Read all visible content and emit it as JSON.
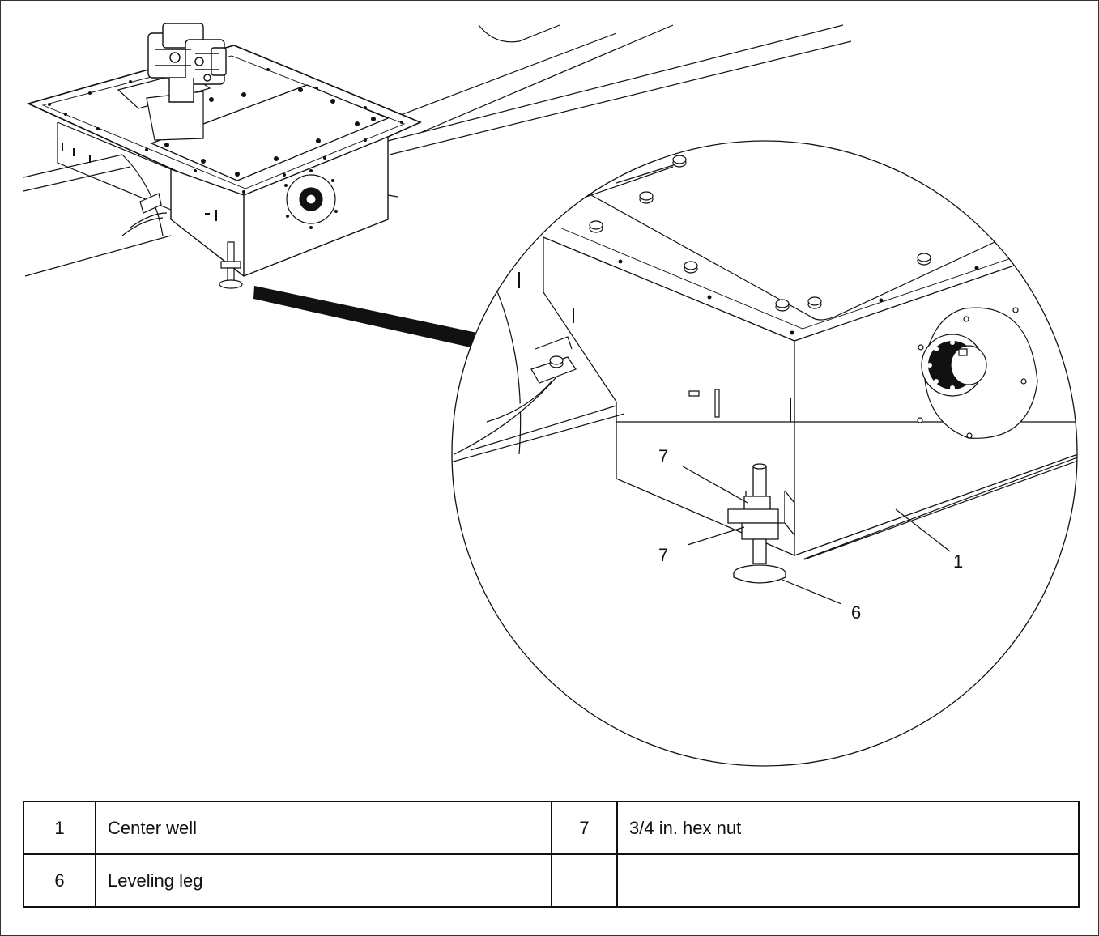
{
  "callouts": [
    {
      "number": "7"
    },
    {
      "number": "7"
    },
    {
      "number": "1"
    },
    {
      "number": "6"
    }
  ],
  "legend": {
    "rows": [
      {
        "left_num": "1",
        "left_desc": "Center well",
        "right_num": "7",
        "right_desc": "3/4 in. hex nut"
      },
      {
        "left_num": "6",
        "left_desc": "Leveling leg",
        "right_num": "",
        "right_desc": ""
      }
    ]
  }
}
